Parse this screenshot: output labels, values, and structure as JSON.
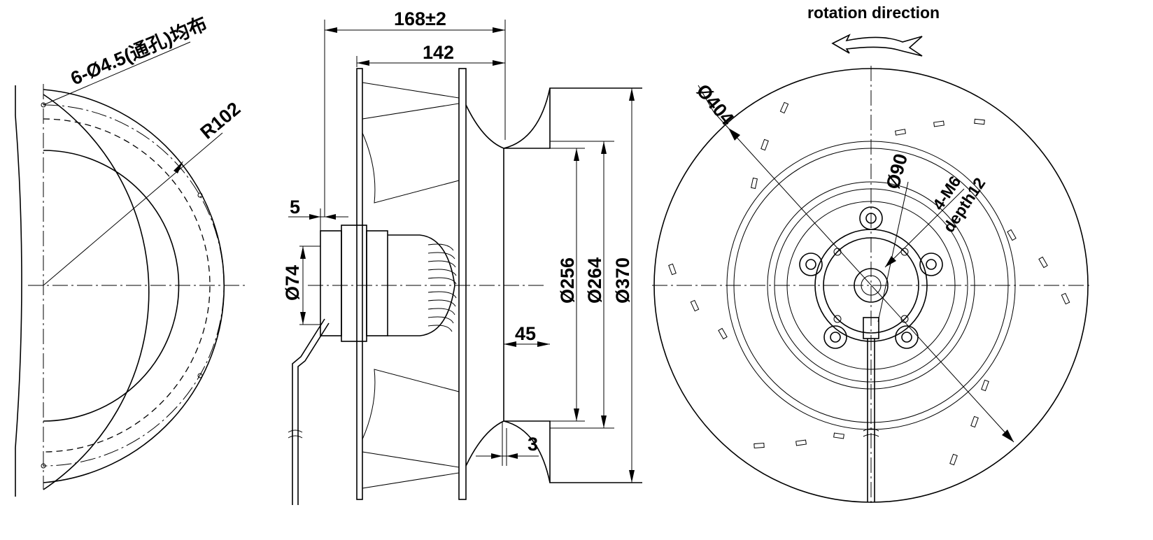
{
  "views": {
    "left": {
      "hole_callout": "6-Ø4.5(通孔)均布",
      "radius": "R102"
    },
    "side": {
      "overall_length": "168±2",
      "body_length": "142",
      "offset": "5",
      "hub_diameter": "Ø74",
      "inlet_depth": "45",
      "gap": "3",
      "inner_diameter_1": "Ø256",
      "inner_diameter_2": "Ø264",
      "outer_diameter": "Ø370"
    },
    "front": {
      "rotation_label": "rotation direction",
      "impeller_diameter": "Ø404",
      "hub_pcd": "Ø90",
      "thread_1": "4-M6",
      "thread_2": "depth12"
    }
  }
}
